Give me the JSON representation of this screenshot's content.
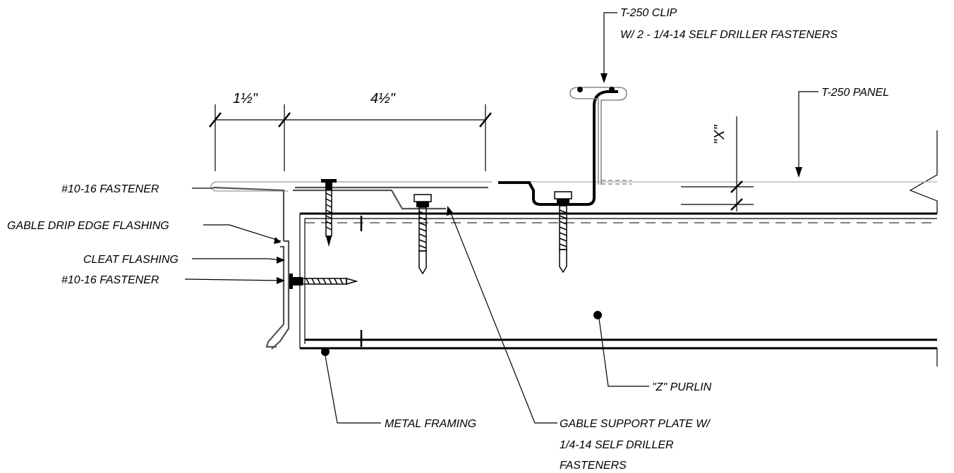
{
  "labels": {
    "clip_line1": "T-250 CLIP",
    "clip_line2": "W/ 2 - 1/4-14 SELF DRILLER FASTENERS",
    "panel": "T-250 PANEL",
    "fastener_top": "#10-16 FASTENER",
    "drip_edge": "GABLE DRIP EDGE FLASHING",
    "cleat": "CLEAT FLASHING",
    "fastener_side": "#10-16 FASTENER",
    "z_purlin": "\"Z\" PURLIN",
    "metal_framing": "METAL FRAMING",
    "support_line1": "GABLE SUPPORT PLATE W/",
    "support_line2": "1/4-14 SELF DRILLER",
    "support_line3": "FASTENERS"
  },
  "dimensions": {
    "d1": "1½\"",
    "d2": "4½\"",
    "x": "\"X\""
  }
}
